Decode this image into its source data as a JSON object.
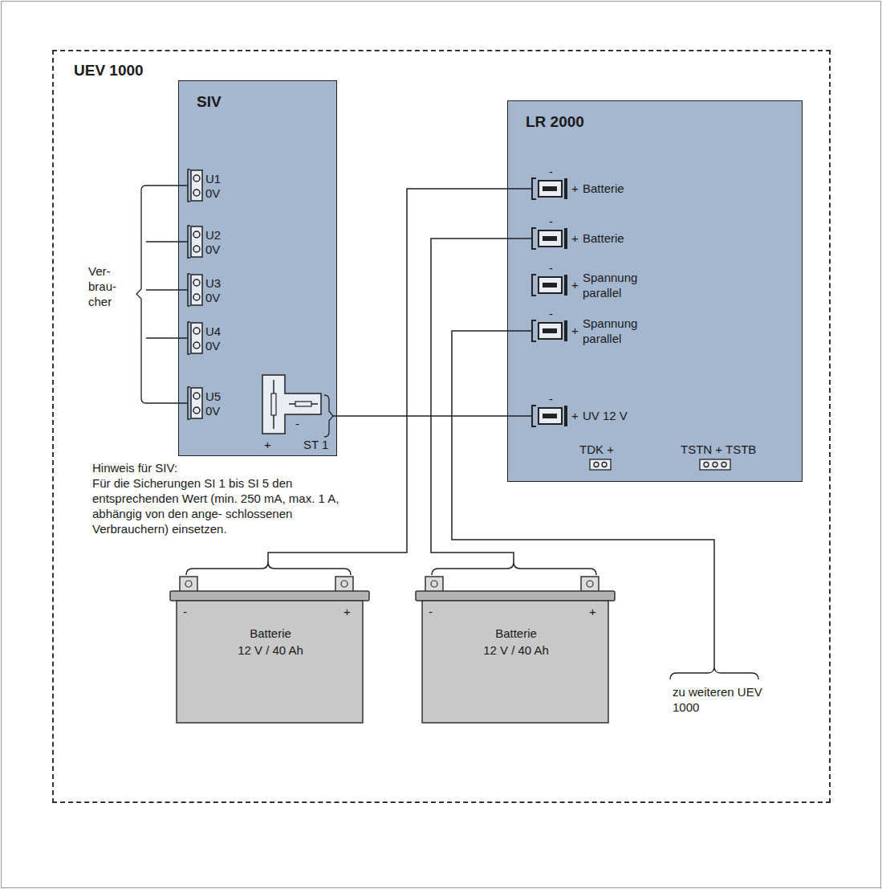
{
  "diagram": {
    "nodes": [
      {
        "text": [
          "UEV 1000"
        ]
      },
      {
        "text": [
          "SIV"
        ],
        "in": 0
      },
      {
        "text": [
          "LR 2000"
        ],
        "in": 0
      },
      {
        "text": [
          "Batterie",
          "12 V / 40 Ah"
        ],
        "in": 0
      },
      {
        "text": [
          "Batterie",
          "12 V / 40 Ah"
        ],
        "in": 0
      }
    ],
    "edges": [
      {
        "from": 1,
        "to": 2,
        "arrow": "none"
      },
      {
        "from": 2,
        "to": 3,
        "arrow": "none"
      },
      {
        "from": 2,
        "to": 4,
        "arrow": "none"
      }
    ],
    "labels": [
      "U1",
      "0V",
      "U2",
      "0V",
      "U3",
      "0V",
      "U4",
      "0V",
      "U5",
      "0V",
      "+",
      "-",
      "ST 1",
      "Ver- brau- cher",
      "-",
      "+",
      "Batterie",
      "-",
      "+",
      "Batterie",
      "-",
      "+",
      "Spannung parallel",
      "-",
      "+",
      "Spannung parallel",
      "-",
      "+",
      "UV 12 V",
      "TDK +",
      "TSTN + TSTB",
      "Hinweis für SIV:",
      "Für die Sicherungen SI 1 bis SI 5 den entsprechenden Wert (min. 250 mA, max. 1 A, abhängig von den ange- schlossenen Verbrauchern) einsetzen.",
      "-",
      "+",
      "-",
      "+",
      "zu weiteren UEV 1000"
    ]
  }
}
